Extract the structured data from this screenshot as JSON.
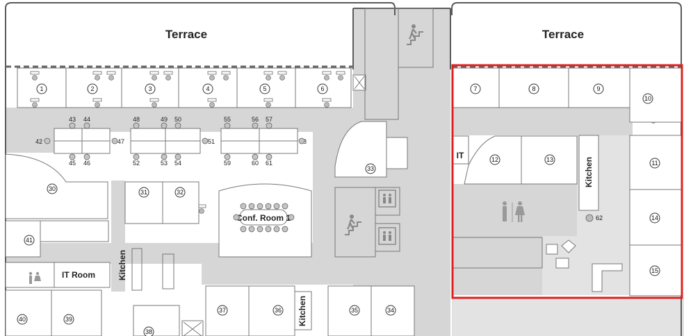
{
  "terraces": [
    {
      "label": "Terrace"
    },
    {
      "label": "Terrace"
    }
  ],
  "rooms": {
    "conf_room": "Conf. Room 1",
    "it_room": "IT Room",
    "it": "IT",
    "kitchen": "Kitchen"
  },
  "offices": [
    "1",
    "2",
    "3",
    "4",
    "5",
    "6",
    "7",
    "8",
    "9",
    "10",
    "11",
    "12",
    "13",
    "14",
    "15",
    "30",
    "31",
    "32",
    "33",
    "34",
    "35",
    "36",
    "37",
    "38",
    "39",
    "40",
    "41",
    "62"
  ],
  "workstations": [
    "42",
    "43",
    "44",
    "45",
    "46",
    "47",
    "48",
    "49",
    "50",
    "51",
    "52",
    "53",
    "54",
    "55",
    "56",
    "57",
    "58",
    "59",
    "60",
    "61"
  ],
  "icons": [
    "stairs-icon",
    "elevator-icon",
    "restroom-icon",
    "storage-x-icon"
  ],
  "colors": {
    "highlight": "#e02020",
    "wall": "#5a5a5a",
    "corridor": "#d6d6d6",
    "floor": "#e3e3e3"
  }
}
